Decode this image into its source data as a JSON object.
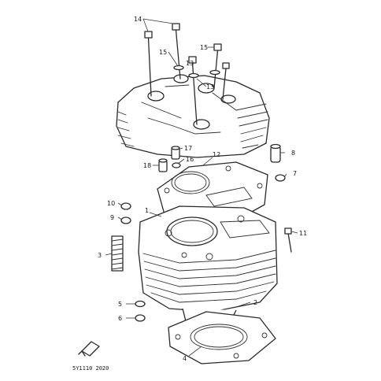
{
  "callouts": [
    {
      "id": "c1",
      "text": "1"
    },
    {
      "id": "c2",
      "text": "2"
    },
    {
      "id": "c3",
      "text": "3"
    },
    {
      "id": "c4",
      "text": "4"
    },
    {
      "id": "c5",
      "text": "5"
    },
    {
      "id": "c6",
      "text": "6"
    },
    {
      "id": "c7",
      "text": "7"
    },
    {
      "id": "c8",
      "text": "8"
    },
    {
      "id": "c9",
      "text": "9"
    },
    {
      "id": "c10",
      "text": "10"
    },
    {
      "id": "c11",
      "text": "11"
    },
    {
      "id": "c12",
      "text": "12"
    },
    {
      "id": "c13",
      "text": "13"
    },
    {
      "id": "c14",
      "text": "14"
    },
    {
      "id": "c15",
      "text": "15"
    },
    {
      "id": "c16",
      "text": "16"
    },
    {
      "id": "c17",
      "text": "17"
    },
    {
      "id": "c18",
      "text": "18"
    },
    {
      "id": "c19",
      "text": "13"
    },
    {
      "id": "c20",
      "text": "15"
    }
  ],
  "drawing_code": "5Y1110 2020"
}
